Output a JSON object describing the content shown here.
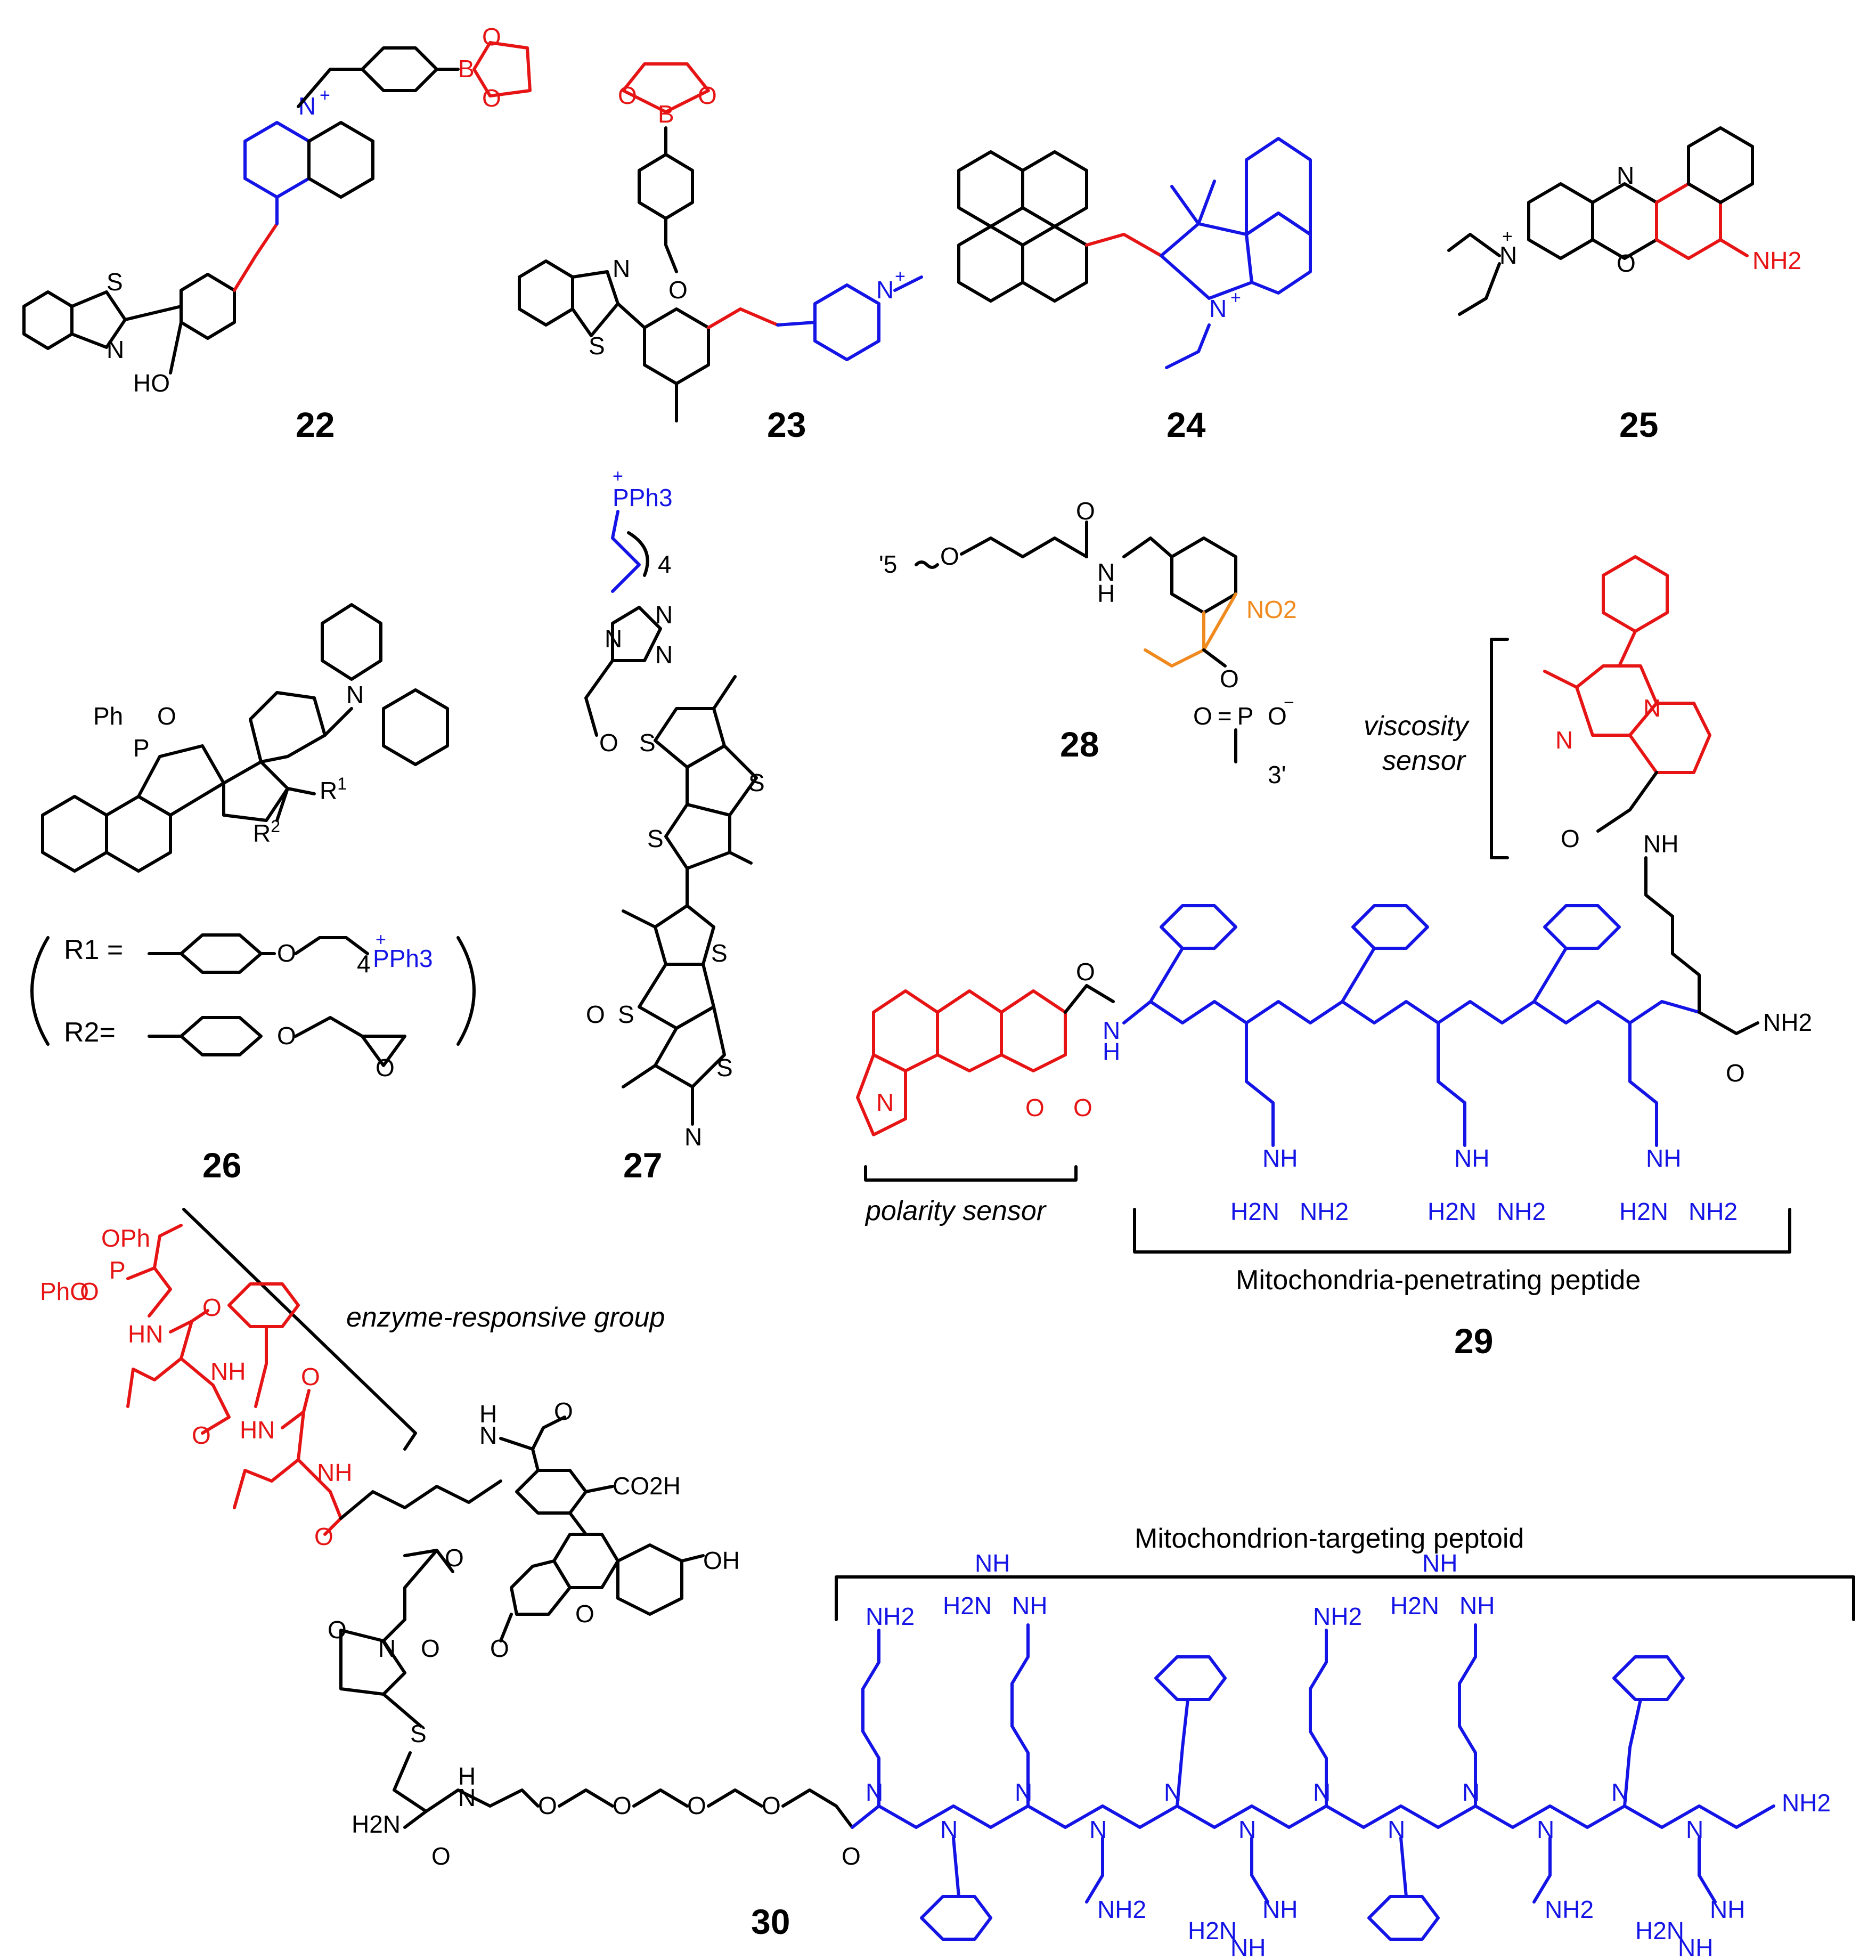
{
  "colors": {
    "blue": "#1414e6",
    "red": "#e61414",
    "orange": "#f08a1e",
    "black": "#000000"
  },
  "compounds": {
    "c22": "22",
    "c23": "23",
    "c24": "24",
    "c25": "25",
    "c26": "26",
    "c27": "27",
    "c28": "28",
    "c29": "29",
    "c30": "30"
  },
  "atoms": {
    "S": "S",
    "N": "N",
    "O": "O",
    "B": "B",
    "P": "P",
    "HO": "HO",
    "OH": "OH",
    "Nplus": "N",
    "plus": "+",
    "NH2": "NH2",
    "H2N": "H2N",
    "NH": "NH",
    "HN": "HN",
    "H": "H",
    "Ph": "Ph",
    "PPh3": "PPh3",
    "NO2": "NO2",
    "CO2H": "CO2H",
    "PhO": "PhO",
    "OPh": "OPh",
    "N_triple": "N",
    "Ominus": "O",
    "minus": "−",
    "R1": "R",
    "R1sup": "1",
    "R2": "R",
    "R2sup": "2",
    "four": "4",
    "five_prime": "'5",
    "three_prime": "3'"
  },
  "substituents": {
    "r1_label": "R1 =",
    "r2_label": "R2="
  },
  "labels": {
    "viscosity_1": "viscosity",
    "viscosity_2": "sensor",
    "polarity": "polarity sensor",
    "mpp": "Mitochondria-penetrating peptide",
    "enzyme": "enzyme-responsive group",
    "mtp": "Mitochondrion-targeting peptoid"
  }
}
